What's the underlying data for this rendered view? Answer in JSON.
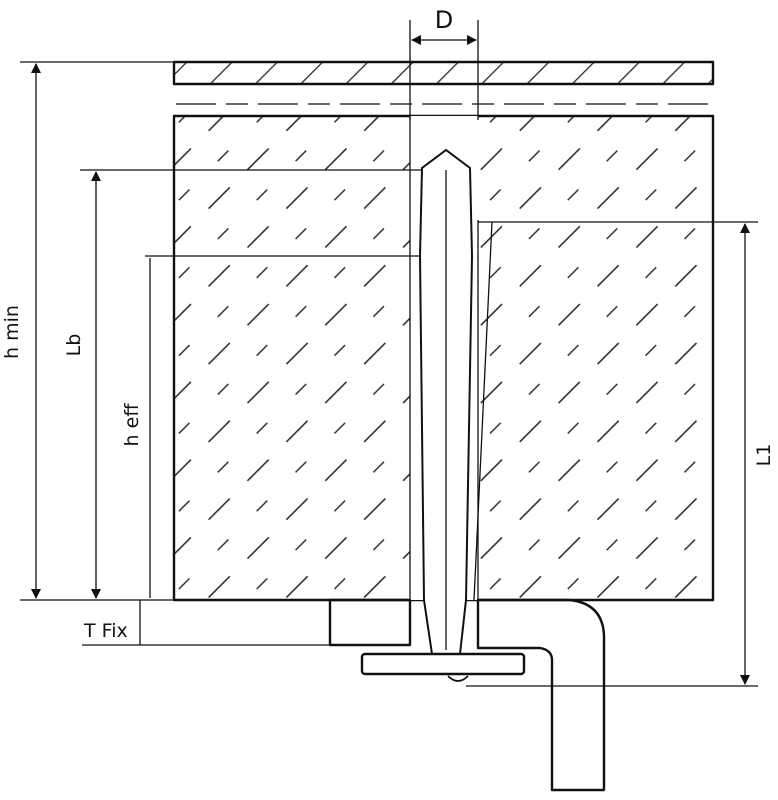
{
  "labels": {
    "diameter": "D",
    "h_min": "h min",
    "lb": "Lb",
    "h_eff": "h eff",
    "t_fix": "T Fix",
    "l1": "L1"
  }
}
